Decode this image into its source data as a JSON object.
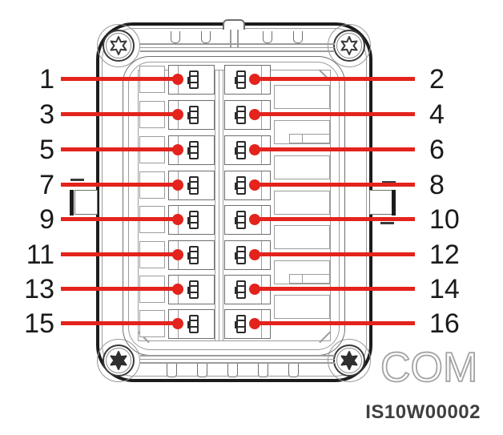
{
  "figure": {
    "type": "connector-pinout-diagram",
    "port_label": "COM",
    "figure_code": "IS10W00002",
    "left_pin_labels": [
      "1",
      "3",
      "5",
      "7",
      "9",
      "11",
      "13",
      "15"
    ],
    "right_pin_labels": [
      "2",
      "4",
      "6",
      "8",
      "10",
      "12",
      "14",
      "16"
    ],
    "icons": {
      "screw": "torx-screw-icon",
      "terminal": "terminal-contact-icon"
    },
    "colors": {
      "callout_red": "#e3231c",
      "body_outline": "#1c1c1c",
      "detail_gray": "#6f6f6f",
      "light_gray": "#9c9c9c",
      "com_outline": "#a3a3a3",
      "figure_code_color": "#3f3f3f"
    }
  }
}
